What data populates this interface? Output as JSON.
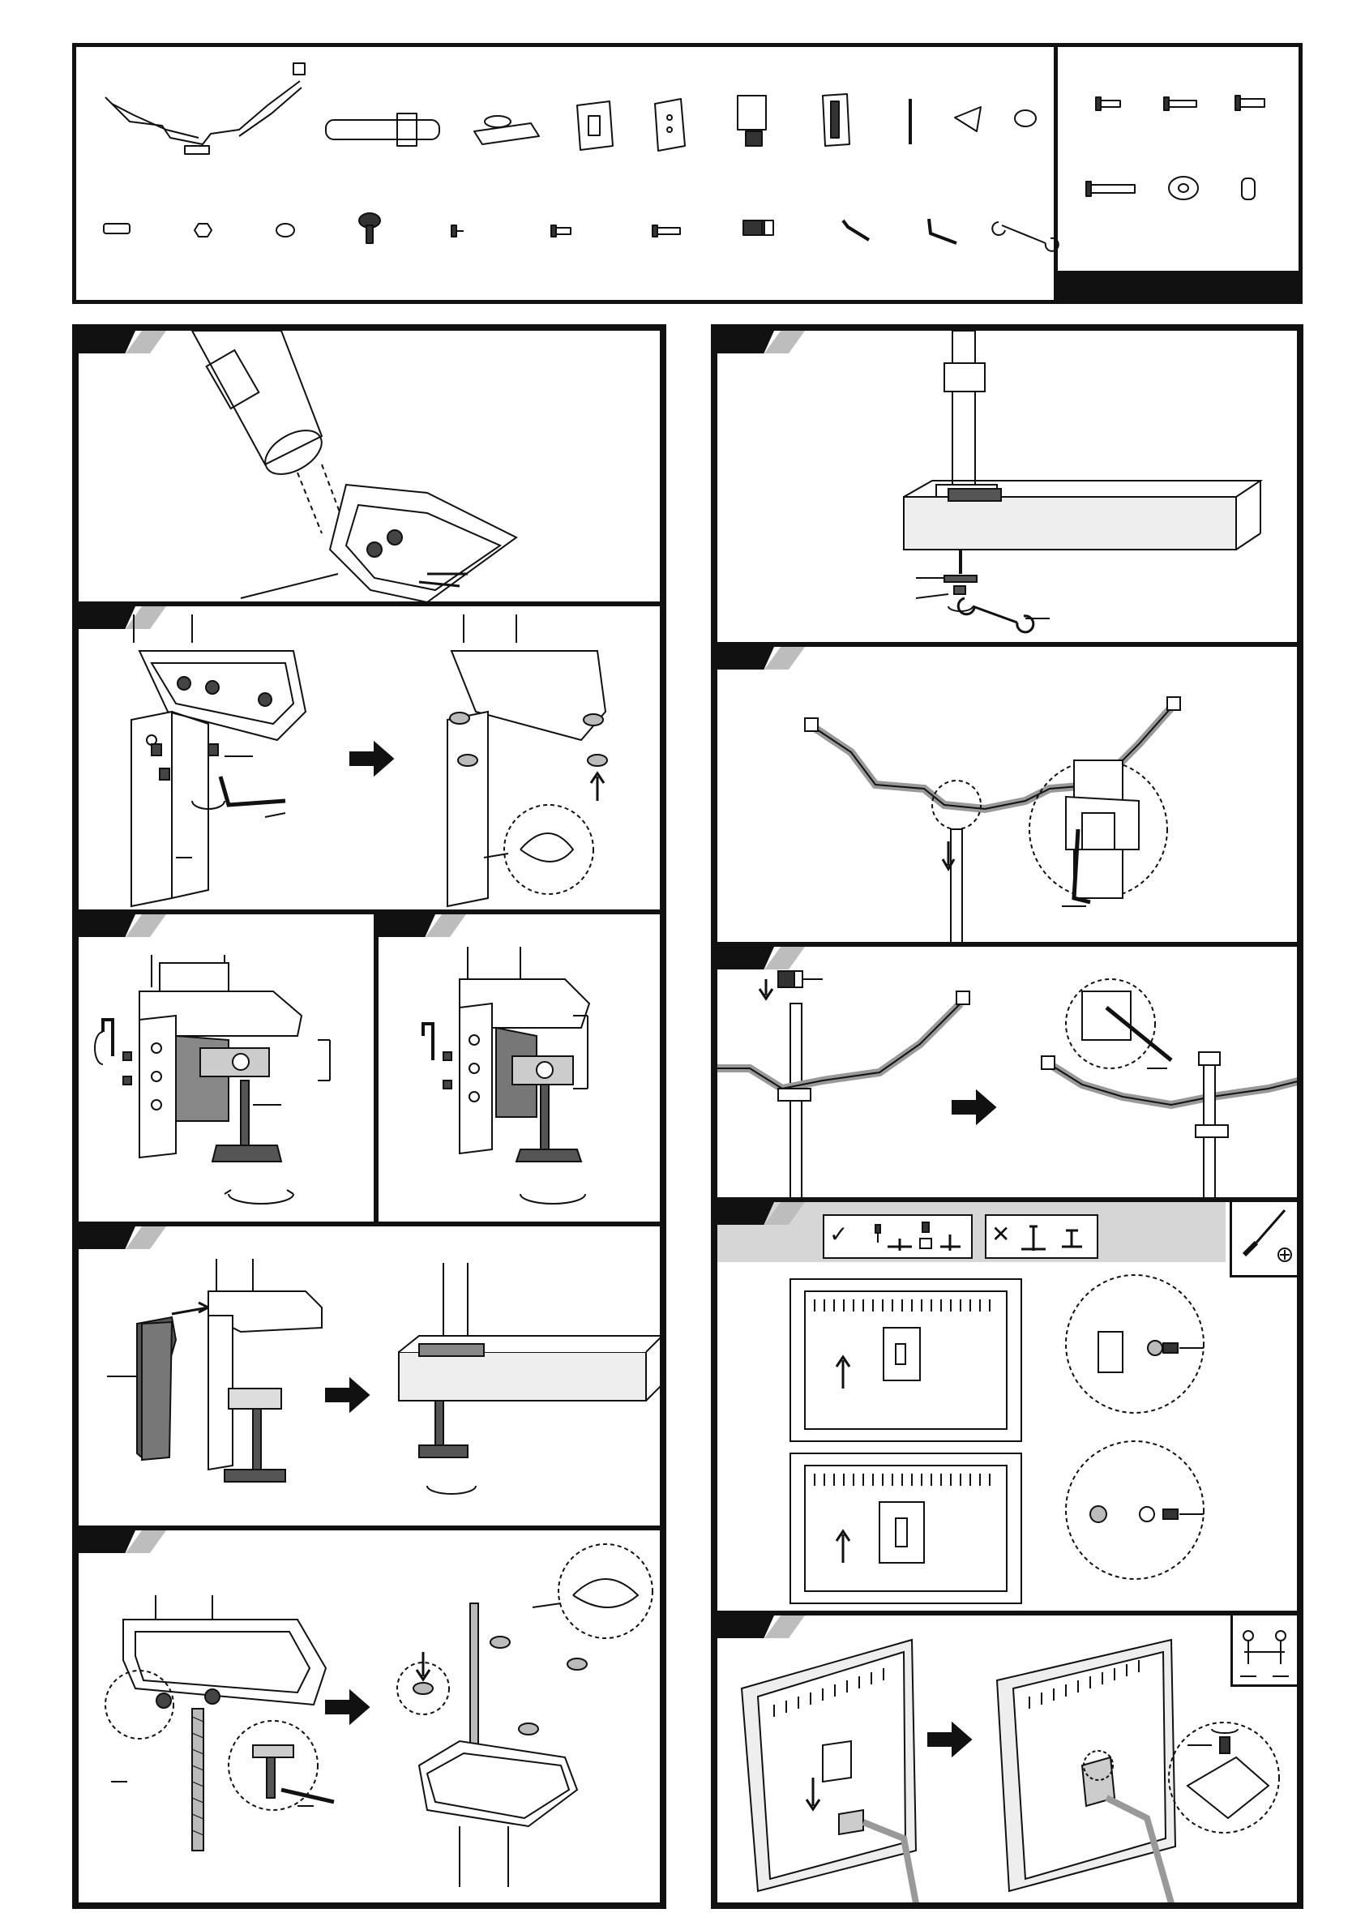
{
  "parts_list": {
    "row1": [
      "triple-arm-icon",
      "pole-icon",
      "base-plate-icon",
      "vesa-plate-icon",
      "l-bracket-icon",
      "clamp-bracket-icon",
      "grommet-plate-icon",
      "long-bolt-icon",
      "triangle-pad-icon",
      "round-pad-icon"
    ],
    "row2": [
      "rubber-pad-icon",
      "hex-nut-icon",
      "washer-icon",
      "hand-knob-icon",
      "small-screw-icon",
      "medium-screw-icon",
      "long-screw-icon",
      "quick-release-icon",
      "allen-key-small-icon",
      "allen-key-large-icon",
      "wrench-icon"
    ],
    "hardware": [
      "screw-m4-short-icon",
      "screw-m4-long-icon",
      "screw-m5-icon",
      "screw-m6-long-icon",
      "spacer-washer-icon",
      "spacer-sleeve-icon"
    ]
  },
  "steps": {
    "left": [
      "step-pole-into-base",
      "step-attach-l-bracket",
      "step-clamp-a",
      "step-clamp-b",
      "step-cover-and-desk",
      "step-grommet-install"
    ],
    "right": [
      "step-grommet-desk",
      "step-arm-onto-pole",
      "step-arm-lock",
      "step-vesa-mount",
      "step-hang-monitor"
    ]
  },
  "colors": {
    "line": "#111111",
    "tab_shade": "#bdbdbd",
    "vesa_bar": "#d6d6d6"
  },
  "vesa_legend": {
    "ok_symbol": "✓",
    "bad_symbol": "✕"
  }
}
